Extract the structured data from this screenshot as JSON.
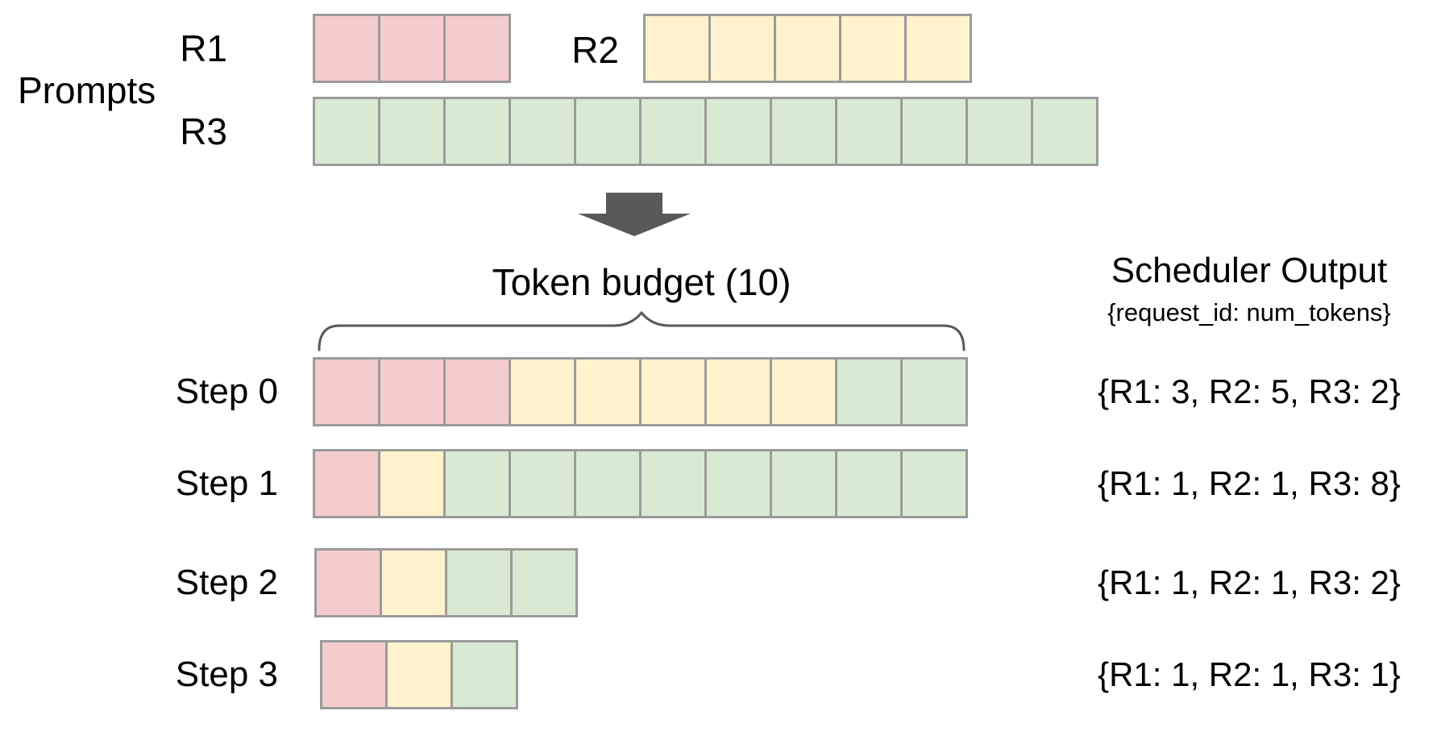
{
  "prompts": {
    "label": "Prompts",
    "rows": [
      {
        "id": "R1",
        "label": "R1",
        "num_tokens": 3
      },
      {
        "id": "R2",
        "label": "R2",
        "num_tokens": 5
      },
      {
        "id": "R3",
        "label": "R3",
        "num_tokens": 12
      }
    ]
  },
  "token_budget": {
    "label": "Token budget (10)",
    "value": 10
  },
  "scheduler": {
    "title": "Scheduler Output",
    "subtitle": "{request_id: num_tokens}"
  },
  "steps": [
    {
      "label": "Step 0",
      "allocation": [
        {
          "request_id": "R1",
          "num_tokens": 3
        },
        {
          "request_id": "R2",
          "num_tokens": 5
        },
        {
          "request_id": "R3",
          "num_tokens": 2
        }
      ],
      "output": "{R1: 3, R2: 5, R3: 2}"
    },
    {
      "label": "Step 1",
      "allocation": [
        {
          "request_id": "R1",
          "num_tokens": 1
        },
        {
          "request_id": "R2",
          "num_tokens": 1
        },
        {
          "request_id": "R3",
          "num_tokens": 8
        }
      ],
      "output": "{R1: 1, R2: 1, R3: 8}"
    },
    {
      "label": "Step 2",
      "allocation": [
        {
          "request_id": "R1",
          "num_tokens": 1
        },
        {
          "request_id": "R2",
          "num_tokens": 1
        },
        {
          "request_id": "R3",
          "num_tokens": 2
        }
      ],
      "output": "{R1: 1, R2: 1, R3: 2}"
    },
    {
      "label": "Step 3",
      "allocation": [
        {
          "request_id": "R1",
          "num_tokens": 1
        },
        {
          "request_id": "R2",
          "num_tokens": 1
        },
        {
          "request_id": "R3",
          "num_tokens": 1
        }
      ],
      "output": "{R1: 1, R2: 1, R3: 1}"
    }
  ],
  "colors": {
    "requests": {
      "R1": "#f4cccc",
      "R2": "#fff2cc",
      "R3": "#d9ead3"
    },
    "cell_border": "#9b9b9b",
    "arrow": "#595959",
    "brace": "#595959",
    "text": "#000000",
    "background": "#ffffff"
  }
}
